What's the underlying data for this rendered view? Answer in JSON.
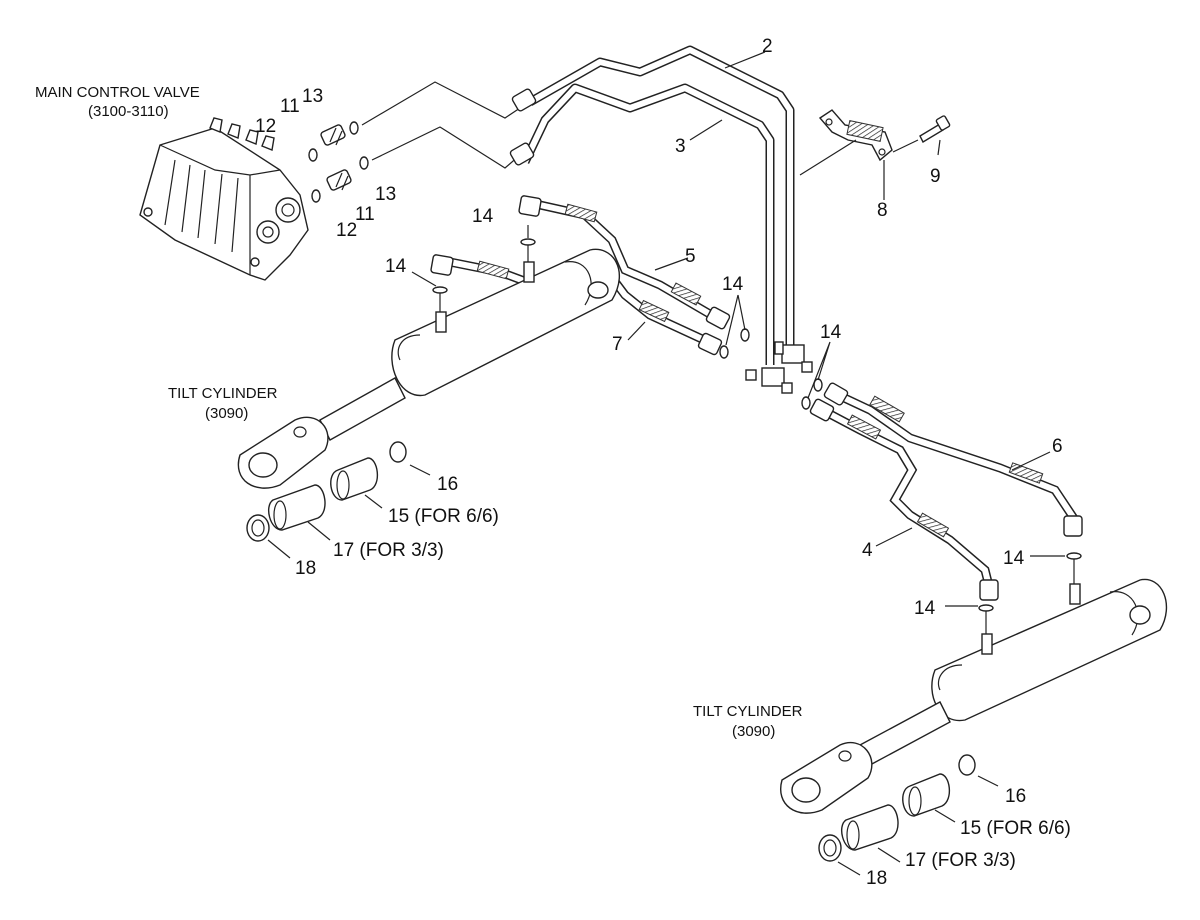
{
  "titles": {
    "main_valve": "MAIN CONTROL VALVE",
    "main_valve_code": "(3100-3110)",
    "tilt_cyl_left": "TILT CYLINDER",
    "tilt_cyl_left_code": "(3090)",
    "tilt_cyl_right": "TILT CYLINDER",
    "tilt_cyl_right_code": "(3090)"
  },
  "callouts": {
    "c2": "2",
    "c3": "3",
    "c4": "4",
    "c5": "5",
    "c6": "6",
    "c7": "7",
    "c8": "8",
    "c9": "9",
    "c11a": "11",
    "c11b": "11",
    "c12a": "12",
    "c12b": "12",
    "c13a": "13",
    "c13b": "13",
    "c14a": "14",
    "c14b": "14",
    "c14c": "14",
    "c14d": "14",
    "c14e": "14",
    "c14f": "14",
    "c15a": "15 (FOR 6/6)",
    "c15b": "15 (FOR 6/6)",
    "c16a": "16",
    "c16b": "16",
    "c17a": "17 (FOR 3/3)",
    "c17b": "17 (FOR 3/3)",
    "c18a": "18",
    "c18b": "18"
  }
}
